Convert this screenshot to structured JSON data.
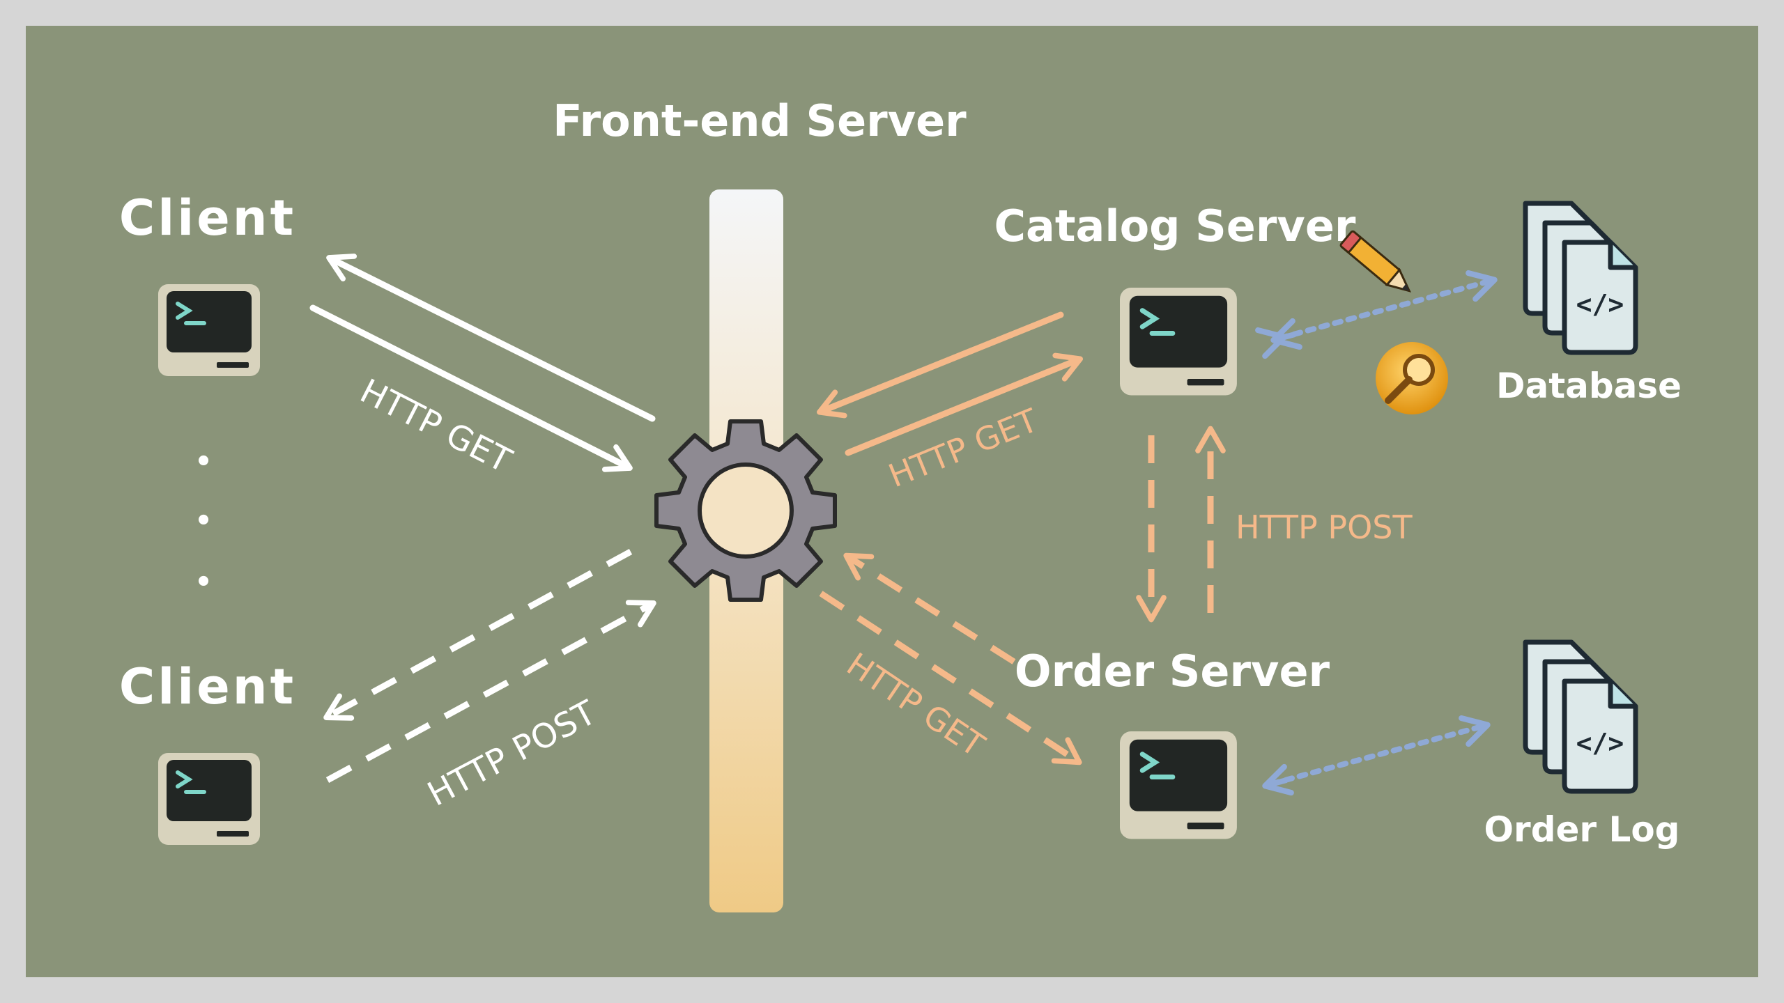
{
  "labels": {
    "frontend": "Front-end Server",
    "client_top": "Client",
    "client_bottom": "Client",
    "catalog": "Catalog Server",
    "order": "Order Server",
    "database": "Database",
    "order_log": "Order Log",
    "ellipsis": "•"
  },
  "edges": {
    "client_get": "HTTP GET",
    "client_post": "HTTP POST",
    "catalog_get": "HTTP GET",
    "catalog_order_post": "HTTP POST",
    "order_get": "HTTP GET"
  },
  "icons": {
    "terminal_prompt": ">_",
    "file_code": "</>"
  },
  "colors": {
    "background": "#8a9479",
    "frame": "#d6d6d6",
    "white_arrow": "#ffffff",
    "orange_arrow": "#f5b98a",
    "blue_arrow": "#8fa9d6",
    "gear": "#8e8a92",
    "terminal_body": "#d8d3bd",
    "terminal_screen": "#222624",
    "prompt": "#7fd6c9",
    "file_fill": "#dde9ea",
    "file_stroke": "#1e2a33"
  }
}
